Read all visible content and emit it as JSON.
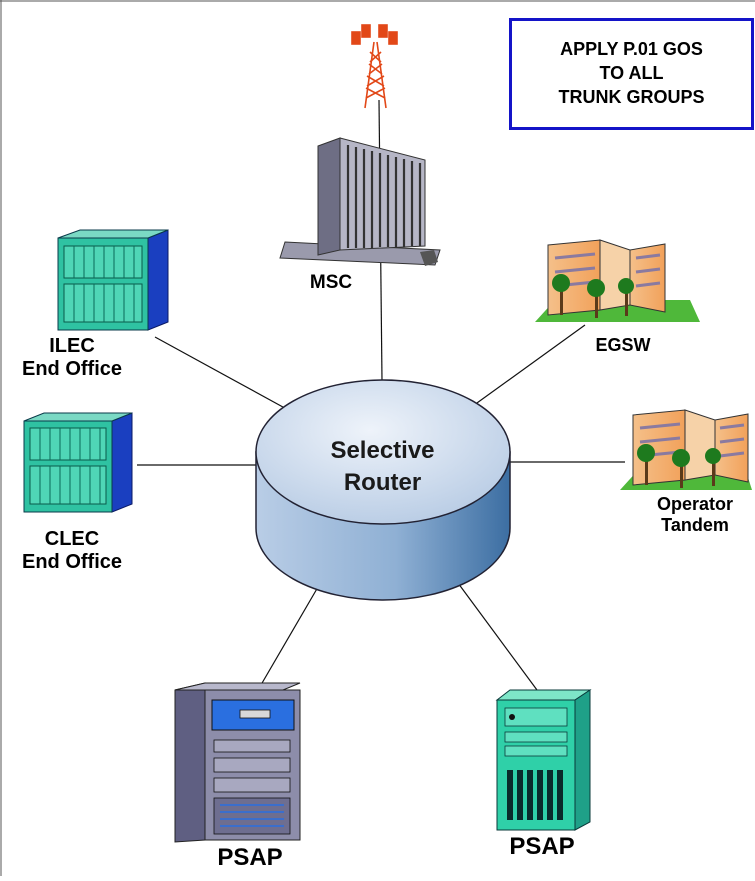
{
  "note": {
    "lines": [
      "APPLY P.01 GOS",
      "TO ALL",
      "TRUNK GROUPS"
    ]
  },
  "router": {
    "line1": "Selective",
    "line2": "Router"
  },
  "nodes": {
    "msc": "MSC",
    "ilec": {
      "line1": "ILEC",
      "line2": "End Office"
    },
    "clec": {
      "line1": "CLEC",
      "line2": "End Office"
    },
    "egsw": "EGSW",
    "operator_tandem": {
      "line1": "Operator",
      "line2": "Tandem"
    },
    "psap_left": "PSAP",
    "psap_right": "PSAP"
  },
  "colors": {
    "note_border": "#1414c8",
    "router_top": "#c6d6ea",
    "router_side": "#4f7ba8",
    "switch_front": "#2fc2a2",
    "switch_side": "#1a3fc0",
    "tower": "#e24818",
    "building": "#8c8c9c",
    "psap_left": "#7f7f9f",
    "psap_right": "#2fd0a8"
  }
}
